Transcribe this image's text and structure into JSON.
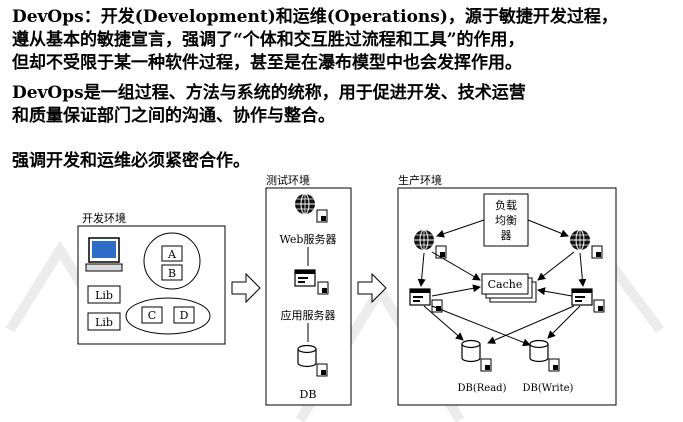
{
  "paragraphs": [
    {
      "lines": [
        "DevOps：开发(Development)和运维(Operations)，源于敏捷开发过程，",
        "遵从基本的敏捷宣言，强调了“个体和交互胜过流程和工具”的作用，",
        "但却不受限于某一种软件过程，甚至是在瀑布模型中也会发挥作用。"
      ]
    },
    {
      "lines": [
        "DevOps是一组过程、方法与系统的统称，用于促进开发、技术运营",
        "和质量保证部门之间的沟通、协作与整合。"
      ]
    },
    {
      "lines": [
        "强调开发和运维必须紧密合作。"
      ]
    }
  ],
  "diagram": {
    "dev_env": {
      "title": "开发环境",
      "modules": [
        "A",
        "B",
        "C",
        "D"
      ],
      "libs": [
        "Lib",
        "Lib"
      ]
    },
    "test_env": {
      "title": "测试环境",
      "web_server": "Web服务器",
      "app_server": "应用服务器",
      "db": "DB"
    },
    "prod_env": {
      "title": "生产环境",
      "load_balancer": [
        "负载",
        "均衡",
        "器"
      ],
      "cache": "Cache",
      "db_read": "DB(Read)",
      "db_write": "DB(Write)"
    }
  }
}
